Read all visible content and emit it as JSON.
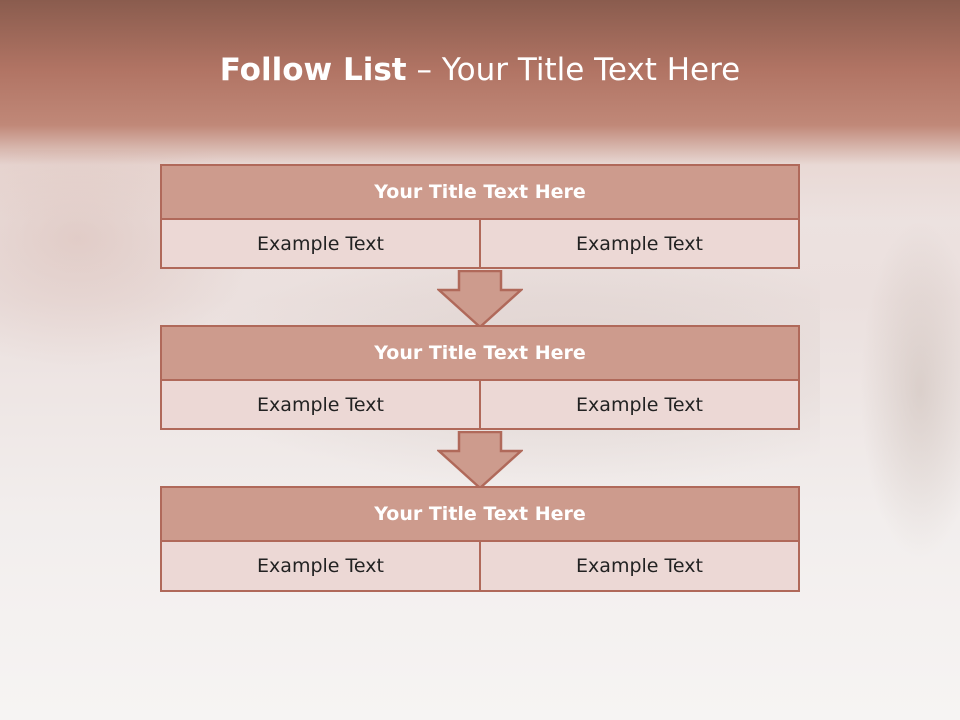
{
  "slide": {
    "title_bold": "Follow List",
    "title_rest": " – Your Title Text Here"
  },
  "blocks": [
    {
      "title": "Your Title Text Here",
      "left": "Example Text",
      "right": "Example Text"
    },
    {
      "title": "Your Title Text Here",
      "left": "Example Text",
      "right": "Example Text"
    },
    {
      "title": "Your Title Text Here",
      "left": "Example Text",
      "right": "Example Text"
    }
  ],
  "colors": {
    "header_fill": "#cd9b8d",
    "border": "#b0695a",
    "cell_fill": "#ecd8d5",
    "title_band": "#b17464"
  },
  "icons": [
    "arrow-down-icon",
    "arrow-down-icon"
  ]
}
